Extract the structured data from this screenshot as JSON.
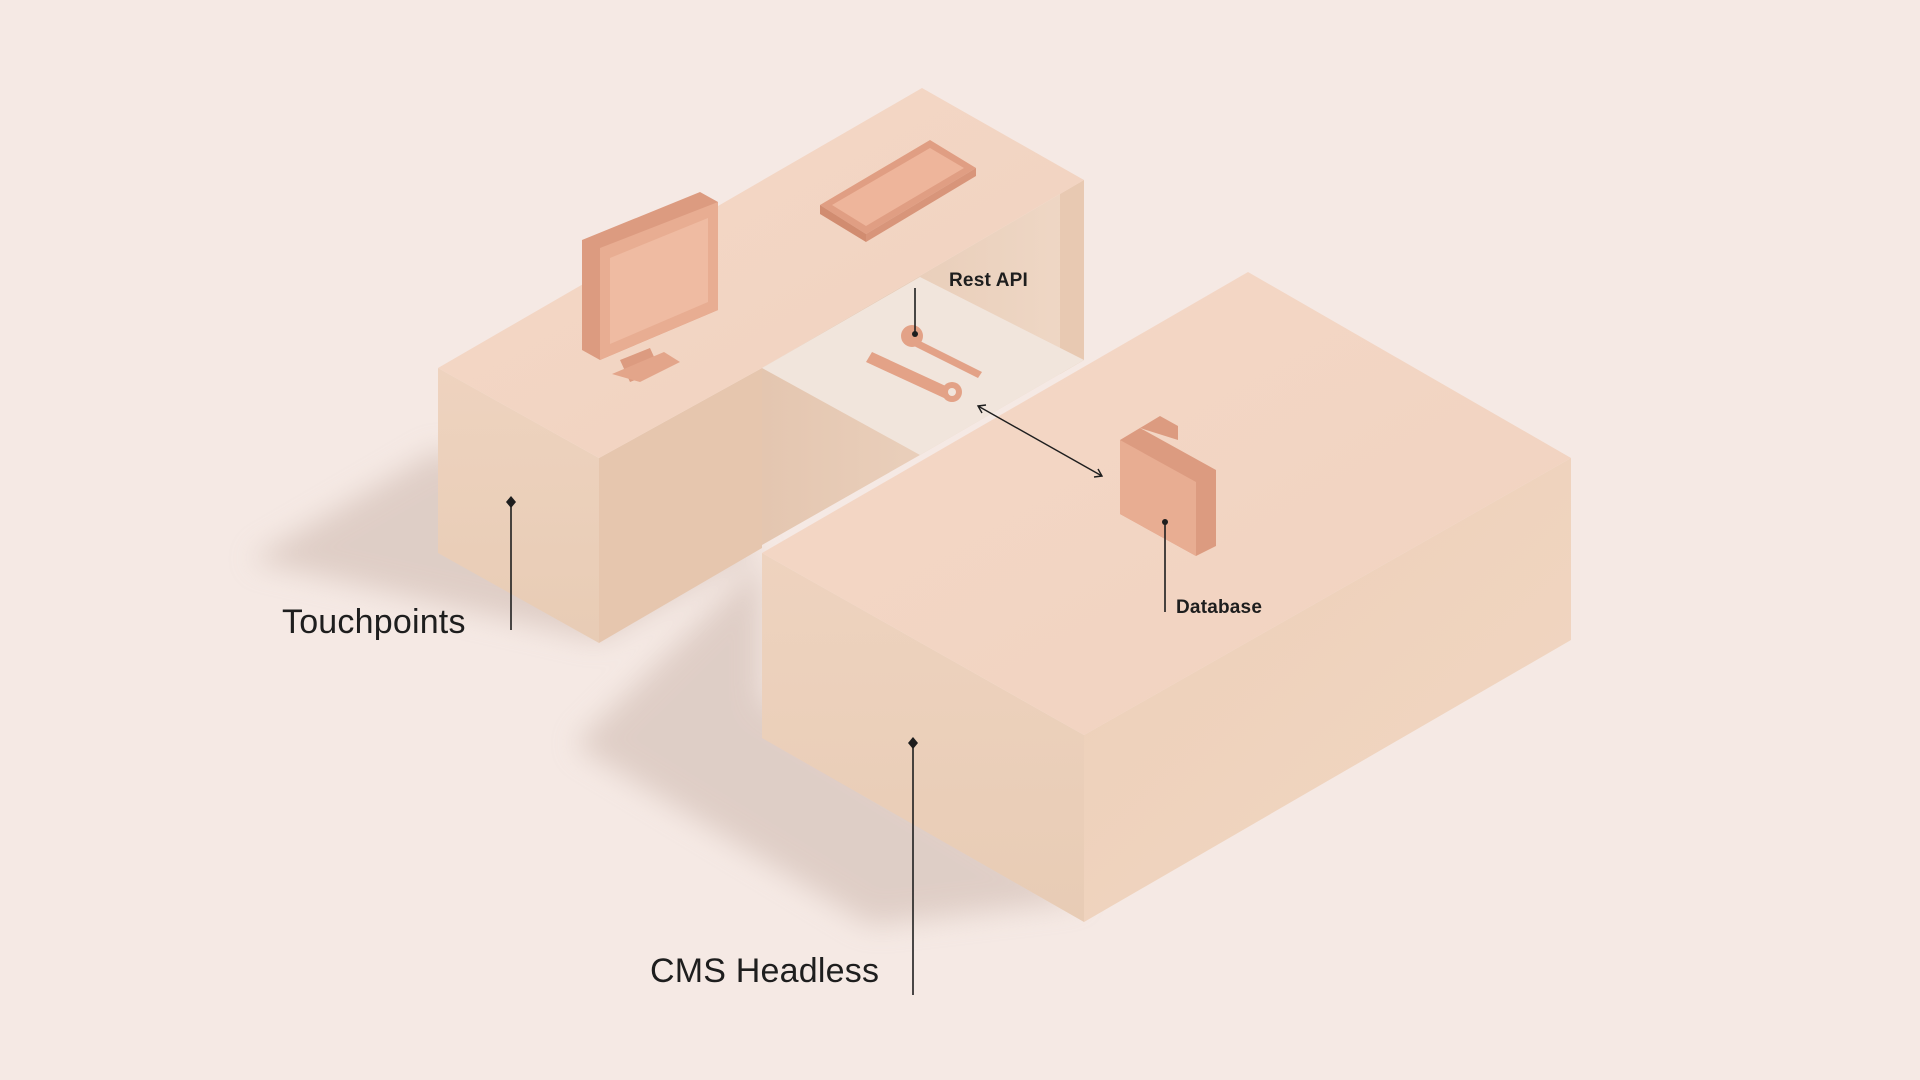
{
  "labels": {
    "touchpoints": "Touchpoints",
    "cms_headless": "CMS Headless",
    "rest_api": "Rest API",
    "database": "Database"
  },
  "icons": [
    "monitor-icon",
    "smartphone-icon",
    "tools-icon",
    "folder-icon"
  ],
  "colors": {
    "background": "#f5e9e4",
    "block_top": "#f3d4c2",
    "block_left": "#eccfb9",
    "block_right": "#e9c8b0",
    "connector_top": "#f0e4db",
    "icon": "#e5a78a",
    "line": "#1e1e1e"
  }
}
